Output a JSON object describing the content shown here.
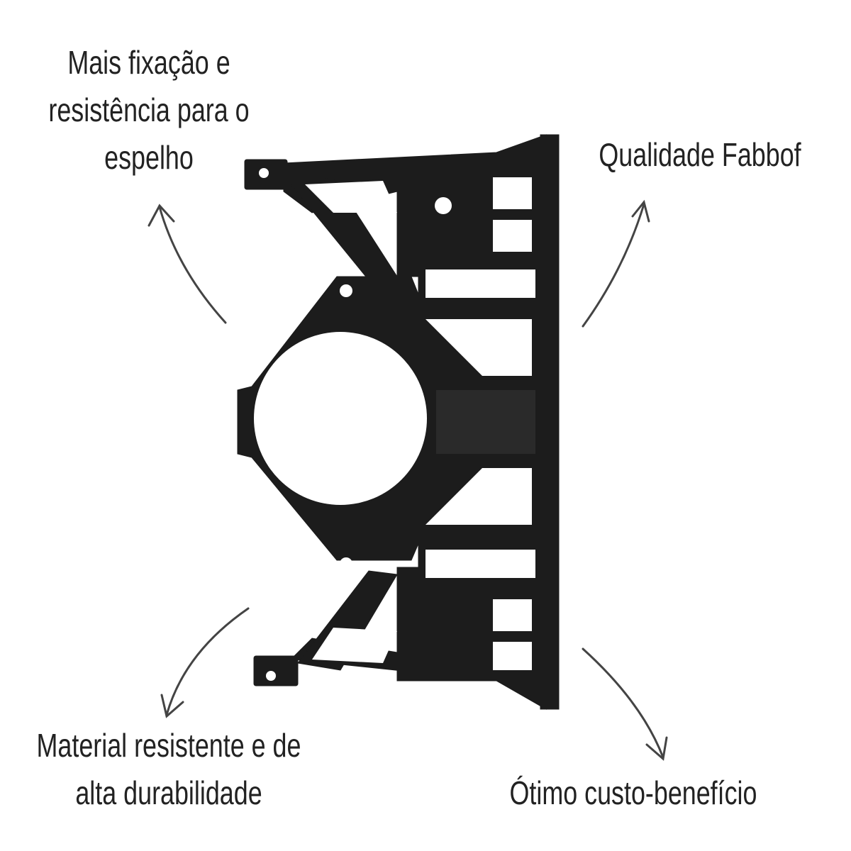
{
  "captions": {
    "top_left": [
      "Mais fixação e",
      "resistência para o",
      "espelho"
    ],
    "top_right": "Qualidade Fabbof",
    "bottom_left": [
      "Material resistente e de",
      "alta durabilidade"
    ],
    "bottom_right": "Ótimo custo-benefício"
  },
  "colors": {
    "text": "#222222",
    "product": "#1c1c1c",
    "arrow": "#444444"
  }
}
